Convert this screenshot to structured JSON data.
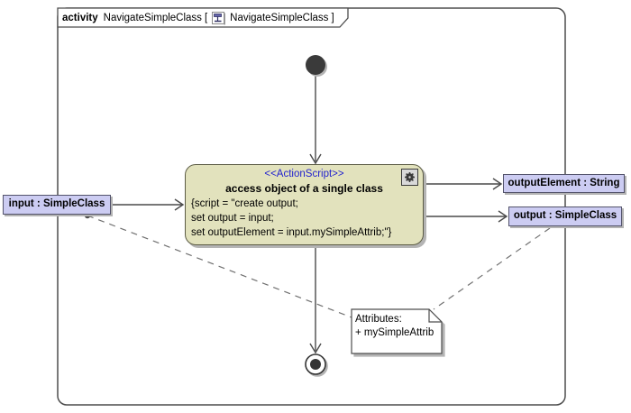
{
  "tab": {
    "keyword": "activity",
    "activity_name": "NavigateSimpleClass",
    "open_bracket": "[",
    "diagram_name": "NavigateSimpleClass",
    "close_bracket": "]"
  },
  "action_node": {
    "stereotype": "<<ActionScript>>",
    "name": "access object of a single class",
    "script_lines": [
      "{script = \"create output;",
      "set output = input;",
      "set outputElement = input.mySimpleAttrib;\"}"
    ]
  },
  "parameter_nodes": {
    "input": "input : SimpleClass",
    "output_element": "outputElement : String",
    "output": "output : SimpleClass"
  },
  "note": {
    "line1": "Attributes:",
    "line2": "+ mySimpleAttrib"
  },
  "icons": {
    "tab_diagram_icon": "activity-diagram-icon",
    "action_gear_icon": "gear-icon"
  },
  "colors": {
    "action_fill": "#e2e2bd",
    "action_border": "#5c5c45",
    "parameter_fill": "#ccccf2",
    "parameter_border": "#53536b",
    "stereotype_text": "#2121ce",
    "edge": "#4a4a4a",
    "frame_border": "#4d4d4d",
    "shadow": "#b4b4b4"
  }
}
